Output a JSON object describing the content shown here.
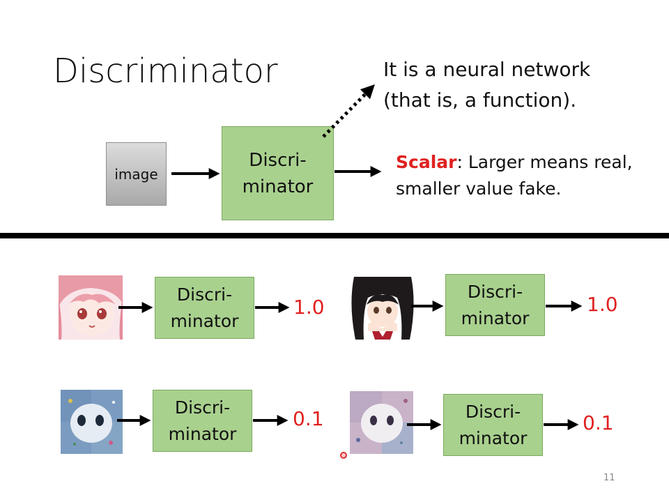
{
  "slide": {
    "title": "Discriminator",
    "note_line1": "It is a neural network",
    "note_line2": "(that is, a function).",
    "input_label": "image",
    "box_line1": "Discri-",
    "box_line2": "minator",
    "scalar_bold": "Scalar",
    "scalar_rest1": ": Larger means real,",
    "scalar_line2": "smaller value fake.",
    "page_number": "11"
  },
  "examples": [
    {
      "box_line1": "Discri-",
      "box_line2": "minator",
      "value": "1.0"
    },
    {
      "box_line1": "Discri-",
      "box_line2": "minator",
      "value": "1.0"
    },
    {
      "box_line1": "Discri-",
      "box_line2": "minator",
      "value": "0.1"
    },
    {
      "box_line1": "Discri-",
      "box_line2": "minator",
      "value": "0.1"
    }
  ],
  "colors": {
    "box_fill": "#a9d18e",
    "accent_red": "#e02020"
  }
}
